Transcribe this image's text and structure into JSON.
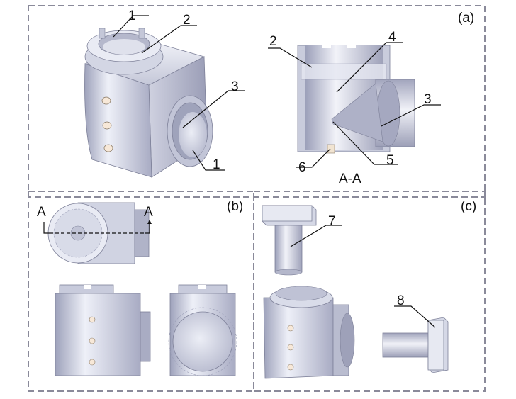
{
  "panels": {
    "a": {
      "tag": "(a)",
      "section_caption": "A-A",
      "callouts_iso": [
        "1",
        "2",
        "3",
        "1"
      ],
      "callouts_section": [
        "2",
        "4",
        "3",
        "5",
        "6"
      ]
    },
    "b": {
      "tag": "(b)",
      "section_marks": [
        "A",
        "A"
      ]
    },
    "c": {
      "tag": "(c)",
      "callouts": [
        "7",
        "8"
      ]
    }
  },
  "colors": {
    "border": "#8a8a9a",
    "metal_light": "#e6e8f2",
    "metal_mid": "#b9bccf",
    "metal_dark": "#8f93ad"
  }
}
